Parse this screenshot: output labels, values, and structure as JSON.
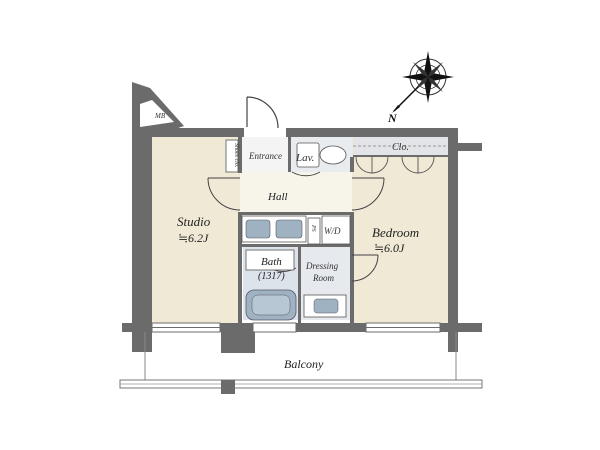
{
  "rooms": {
    "studio": {
      "name": "Studio",
      "size": "≒6.2J"
    },
    "bedroom": {
      "name": "Bedroom",
      "size": "≒6.0J"
    },
    "bath": {
      "name": "Bath",
      "size": "(1317)"
    },
    "dressing": {
      "line1": "Dressing",
      "line2": "Room"
    },
    "hall": "Hall",
    "entrance": "Entrance",
    "lav": "Lav.",
    "closet": "Clo.",
    "wd": "W/D",
    "ps": "PS",
    "shoes": "Shoes clo.",
    "mb": "MB",
    "balcony": "Balcony"
  },
  "compass": {
    "north_label": "N"
  },
  "colors": {
    "wall": "#6b6b6b",
    "room_fill": "#efe9d6",
    "wet_fill": "#dde3ea",
    "fixture": "#9fb2c1",
    "door_line": "#444444"
  }
}
